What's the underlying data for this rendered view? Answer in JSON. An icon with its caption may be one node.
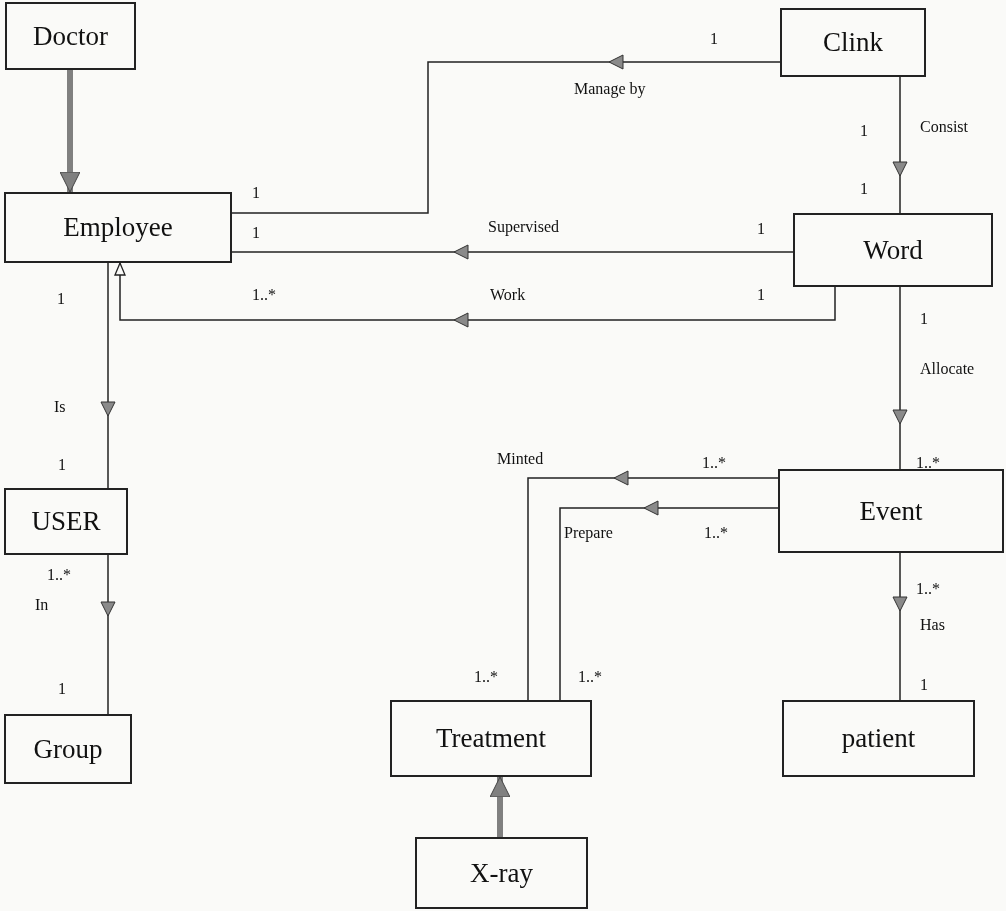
{
  "diagram": {
    "nodes": [
      {
        "text": [
          "Doctor"
        ]
      },
      {
        "text": [
          "Clink"
        ]
      },
      {
        "text": [
          "Employee"
        ]
      },
      {
        "text": [
          "Word"
        ]
      },
      {
        "text": [
          "USER"
        ]
      },
      {
        "text": [
          "Event"
        ]
      },
      {
        "text": [
          "Group"
        ]
      },
      {
        "text": [
          "Treatment"
        ]
      },
      {
        "text": [
          "patient"
        ]
      },
      {
        "text": [
          "X-ray"
        ]
      }
    ],
    "edges": [
      {
        "from": 0,
        "to": 2,
        "arrow": "to",
        "style": "thick",
        "color": "#808080"
      },
      {
        "from": 1,
        "to": 2,
        "arrow": "to",
        "label": "Manage by"
      },
      {
        "from": 1,
        "to": 3,
        "arrow": "to",
        "label": "Consist"
      },
      {
        "from": 3,
        "to": 2,
        "arrow": "to",
        "label": "Supervised"
      },
      {
        "from": 3,
        "to": 2,
        "arrow": "to",
        "label": "Work"
      },
      {
        "from": 2,
        "to": 4,
        "arrow": "to",
        "label": "Is"
      },
      {
        "from": 4,
        "to": 6,
        "arrow": "to",
        "label": "In"
      },
      {
        "from": 3,
        "to": 5,
        "arrow": "to",
        "label": "Allocate"
      },
      {
        "from": 5,
        "to": 7,
        "arrow": "to",
        "label": "Minted"
      },
      {
        "from": 5,
        "to": 7,
        "arrow": "to",
        "label": "Prepare"
      },
      {
        "from": 5,
        "to": 8,
        "arrow": "to",
        "label": "Has"
      },
      {
        "from": 9,
        "to": 7,
        "arrow": "to",
        "style": "thick",
        "color": "#808080"
      }
    ],
    "labels": [
      "1",
      "1",
      "1",
      "1",
      "1",
      "1",
      "1..*",
      "1",
      "1",
      "1",
      "1..*",
      "1",
      "1..*",
      "1..*",
      "1..*",
      "1..*",
      "1..*",
      "1..*",
      "1",
      "1"
    ]
  }
}
